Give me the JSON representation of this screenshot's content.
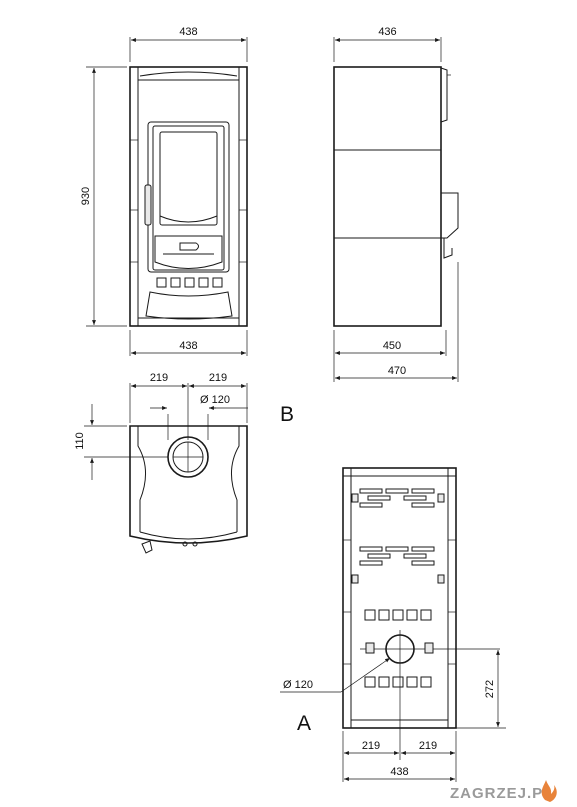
{
  "views": {
    "front": {
      "width_top": "438",
      "width_bottom": "438",
      "height": "930"
    },
    "side": {
      "depth_top": "436",
      "depth_base": "450",
      "depth_overall": "470"
    },
    "top_view": {
      "label": "B",
      "offset_left": "219",
      "offset_right": "219",
      "flue_diameter": "Ø 120",
      "flue_distance": "110"
    },
    "rear_view": {
      "label": "A",
      "flue_diameter": "Ø 120",
      "flue_height": "272",
      "offset_left": "219",
      "offset_right": "219",
      "width": "438"
    }
  },
  "watermark": "ZAGRZEJ.PL",
  "colors": {
    "line": "#1a1a1a",
    "watermark": "#9a9a9a",
    "flame": "#e8833a"
  }
}
